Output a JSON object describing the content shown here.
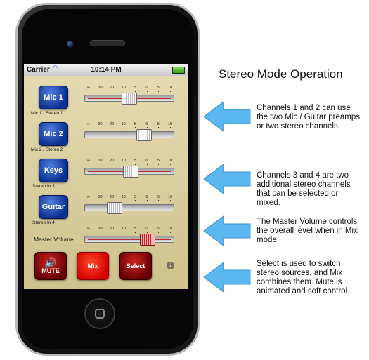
{
  "status": {
    "carrier": "Carrier",
    "time": "10:14 PM"
  },
  "scale_labels": [
    "∞",
    "30",
    "20",
    "10",
    "5",
    "0",
    "5",
    "10"
  ],
  "channels": [
    {
      "button": "Mic 1",
      "sub": "Mic 1 / Stereo 1",
      "level": 0.5
    },
    {
      "button": "Mic 2",
      "sub": "Mic 2 / Stereo 2",
      "level": 0.68
    },
    {
      "button": "Keys",
      "sub": "Stereo In 3",
      "level": 0.52
    },
    {
      "button": "Guitar",
      "sub": "Stereo In 4",
      "level": 0.32
    }
  ],
  "master": {
    "label": "Master Volume",
    "level": 0.72
  },
  "controls": {
    "mute": "MUTE",
    "mix": "Mix",
    "select": "Select",
    "info": "i"
  },
  "annotations": {
    "title": "Stereo Mode Operation",
    "notes": [
      "Channels 1 and 2 can use the two  Mic / Guitar preamps or two stereo channels.",
      "Channels 3 and 4 are two additional stereo channels that can be selected or mixed.",
      "The Master Volume controls the overall level when in Mix mode",
      "Select is used to switch stereo sources, and Mix combines them. Mute is animated and soft control."
    ]
  },
  "colors": {
    "channel_button": "#1a3fa8",
    "mute_button": "#8a0f0f",
    "mix_button": "#ee1c00",
    "arrow": "#5bb7ef",
    "knob_red": "#c82020"
  }
}
